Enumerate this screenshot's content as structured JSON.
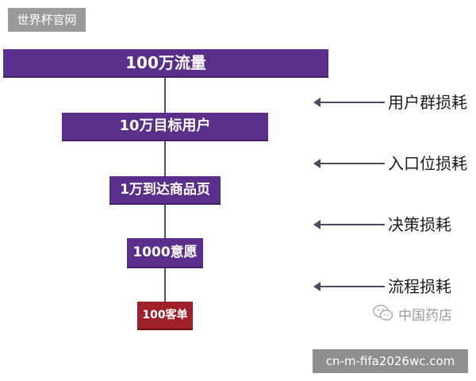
{
  "header": {
    "site_label": "世界杯官网"
  },
  "funnel": {
    "stages": [
      {
        "label": "100万流量"
      },
      {
        "label": "10万目标用户"
      },
      {
        "label": "1万到达商品页"
      },
      {
        "label": "1000意愿"
      },
      {
        "label": "100客单"
      }
    ],
    "losses": [
      {
        "label": "用户群损耗"
      },
      {
        "label": "入口位损耗"
      },
      {
        "label": "决策损耗"
      },
      {
        "label": "流程损耗"
      }
    ]
  },
  "watermark": {
    "text": "中国药店",
    "icon": "wechat-icon"
  },
  "footer": {
    "url": "cn-m-fifa2026wc.com"
  },
  "colors": {
    "stage": "#5a2f8c",
    "final_stage": "#a0202a",
    "connector": "#5a4a7a"
  }
}
